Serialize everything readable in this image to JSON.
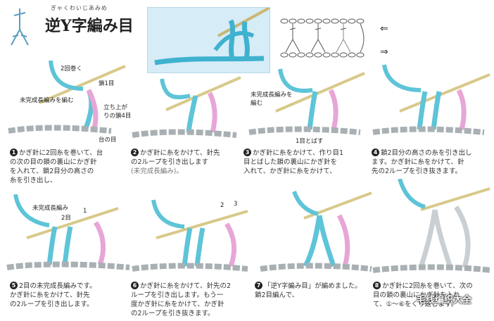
{
  "header": {
    "ruby": "ぎゃくわいじあみめ",
    "title": "逆Y字編み目"
  },
  "direction_arrows": {
    "left": "⇐",
    "right": "⇒"
  },
  "labels": {
    "twice_wrap": "2回巻く",
    "chain1": "鎖1目",
    "rising_chain": "立ち上がりの鎖4目",
    "incomplete_long": "未完成長編みを編む",
    "base": "台の目",
    "incomplete_long2": "未完成長編みを編む",
    "skip1": "1目とばす",
    "incomplete_long3": "未完成長編み",
    "two_stitch": "2目",
    "num1": "1",
    "num2": "2",
    "num3": "3"
  },
  "steps": [
    {
      "num": "1",
      "lines": [
        "かぎ針に2回糸を巻いて、台",
        "の次の目の鎖の裏山にかぎ針",
        "を入れて、鎖2目分の高さの",
        "糸を引き出し、"
      ]
    },
    {
      "num": "2",
      "lines": [
        "かぎ針に糸をかけて、針先",
        "の2ループを引き出します"
      ],
      "note": "(未完成長編み)。"
    },
    {
      "num": "3",
      "lines": [
        "かぎ針に糸をかけて、作り目1",
        "目とばした鎖の裏山にかぎ針を",
        "入れて、かぎ針に糸をかけて、"
      ]
    },
    {
      "num": "4",
      "lines": [
        "鎖2目分の高さの糸を引き出し",
        "ます。かぎ針に糸をかけて、針",
        "先の2ループを引き抜きます。"
      ]
    },
    {
      "num": "5",
      "lines": [
        "2目の未完成長編みです。",
        "かぎ針に糸をかけて、針先",
        "の2ループを引き出します。"
      ]
    },
    {
      "num": "6",
      "lines": [
        "かぎ針に糸をかけて、針先の2",
        "ループを引き出します。もう一",
        "度かぎ針に糸をかけて、かぎ針",
        "の2ループを引き抜きます。"
      ]
    },
    {
      "num": "7",
      "lines": [
        "「逆Y字編み目」が編めました。",
        "鎖2目編んで、"
      ]
    },
    {
      "num": "8",
      "lines": [
        "かぎ針に2回糸を巻いて、次の",
        "目の鎖の裏山にかぎ針を入れ",
        "て、①～⑥をくり返します。"
      ]
    }
  ],
  "watermark": "毛线编织大全",
  "colors": {
    "yarn_blue": "#5ec4d8",
    "yarn_pink": "#e7a6d6",
    "chain_gray": "#a9b0b4",
    "needle": "#d8c98a"
  }
}
